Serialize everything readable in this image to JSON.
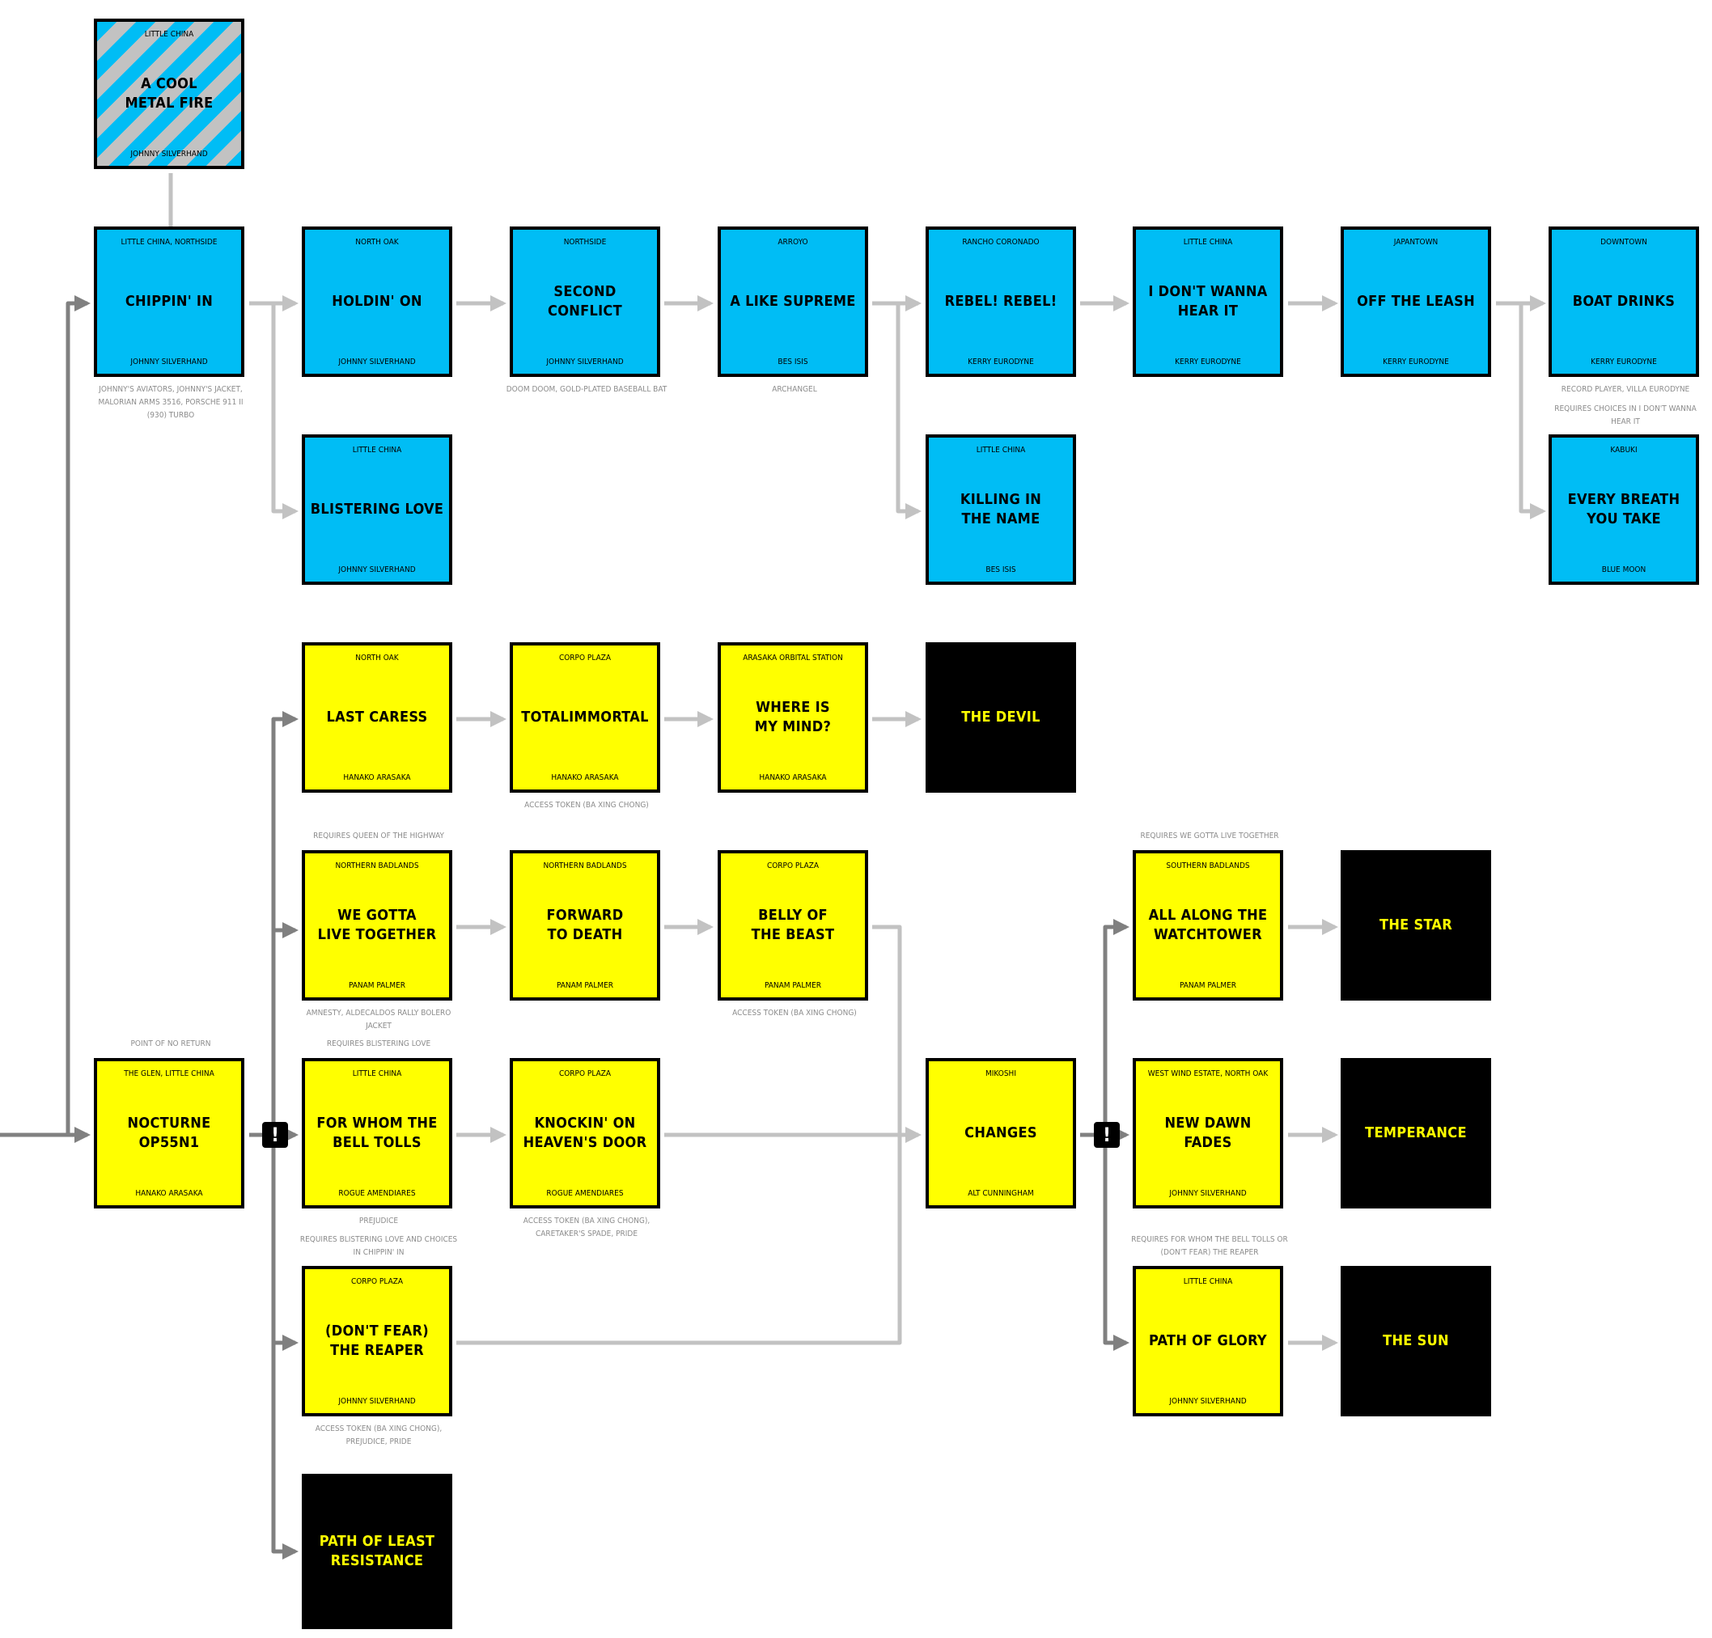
{
  "colors": {
    "side_quest": "#00bdf5",
    "main_path": "#ffff00",
    "ending_bg": "#000000",
    "ending_text": "#ffff00",
    "hatch_grey": "#c2c2c2",
    "main_wire": "#808080",
    "side_wire": "#c2c2c2",
    "note_text": "#8c8c8c"
  },
  "nodes": {
    "metal_fire": {
      "location": "LITTLE CHINA",
      "title": "A COOL\nMETAL FIRE",
      "person": "JOHNNY SILVERHAND"
    },
    "chippin": {
      "location": "LITTLE CHINA, NORTHSIDE",
      "title": "CHIPPIN' IN",
      "person": "JOHNNY SILVERHAND"
    },
    "holdin": {
      "location": "NORTH OAK",
      "title": "HOLDIN' ON",
      "person": "JOHNNY SILVERHAND"
    },
    "second": {
      "location": "NORTHSIDE",
      "title": "SECOND\nCONFLICT",
      "person": "JOHNNY SILVERHAND"
    },
    "supreme": {
      "location": "ARROYO",
      "title": "A LIKE SUPREME",
      "person": "BES ISIS"
    },
    "rebel": {
      "location": "RANCHO CORONADO",
      "title": "REBEL! REBEL!",
      "person": "KERRY EURODYNE"
    },
    "wanna": {
      "location": "LITTLE CHINA",
      "title": "I DON'T WANNA\nHEAR IT",
      "person": "KERRY EURODYNE"
    },
    "leash": {
      "location": "JAPANTOWN",
      "title": "OFF THE LEASH",
      "person": "KERRY EURODYNE"
    },
    "boat": {
      "location": "DOWNTOWN",
      "title": "BOAT DRINKS",
      "person": "KERRY EURODYNE"
    },
    "blistering": {
      "location": "LITTLE CHINA",
      "title": "BLISTERING LOVE",
      "person": "JOHNNY SILVERHAND"
    },
    "killing": {
      "location": "LITTLE CHINA",
      "title": "KILLING IN\nTHE NAME",
      "person": "BES ISIS"
    },
    "breath": {
      "location": "KABUKI",
      "title": "EVERY BREATH\nYOU TAKE",
      "person": "BLUE MOON"
    },
    "caress": {
      "location": "NORTH OAK",
      "title": "LAST CARESS",
      "person": "HANAKO ARASAKA"
    },
    "totalimmortal": {
      "location": "CORPO PLAZA",
      "title": "TOTALIMMORTAL",
      "person": "HANAKO ARASAKA"
    },
    "mind": {
      "location": "ARASAKA ORBITAL STATION",
      "title": "WHERE IS\nMY MIND?",
      "person": "HANAKO ARASAKA"
    },
    "devil": {
      "title": "THE DEVIL"
    },
    "together": {
      "location": "NORTHERN BADLANDS",
      "title": "WE GOTTA\nLIVE TOGETHER",
      "person": "PANAM PALMER"
    },
    "forward": {
      "location": "NORTHERN BADLANDS",
      "title": "FORWARD\nTO DEATH",
      "person": "PANAM PALMER"
    },
    "belly": {
      "location": "CORPO PLAZA",
      "title": "BELLY OF\nTHE BEAST",
      "person": "PANAM PALMER"
    },
    "watchtower": {
      "location": "SOUTHERN BADLANDS",
      "title": "ALL ALONG THE\nWATCHTOWER",
      "person": "PANAM PALMER"
    },
    "star": {
      "title": "THE STAR"
    },
    "nocturne": {
      "location": "THE GLEN, LITTLE CHINA",
      "title": "NOCTURNE\nOP55N1",
      "person": "HANAKO ARASAKA"
    },
    "bell": {
      "location": "LITTLE CHINA",
      "title": "FOR WHOM THE\nBELL TOLLS",
      "person": "ROGUE AMENDIARES"
    },
    "knockin": {
      "location": "CORPO PLAZA",
      "title": "KNOCKIN' ON\nHEAVEN'S DOOR",
      "person": "ROGUE AMENDIARES"
    },
    "changes": {
      "location": "MIKOSHI",
      "title": "CHANGES",
      "person": "ALT CUNNINGHAM"
    },
    "dawn": {
      "location": "WEST WIND ESTATE, NORTH OAK",
      "title": "NEW DAWN\nFADES",
      "person": "JOHNNY SILVERHAND"
    },
    "temperance": {
      "title": "TEMPERANCE"
    },
    "reaper": {
      "location": "CORPO PLAZA",
      "title": "(DON'T FEAR)\nTHE REAPER",
      "person": "JOHNNY SILVERHAND"
    },
    "glory": {
      "location": "LITTLE CHINA",
      "title": "PATH OF GLORY",
      "person": "JOHNNY SILVERHAND"
    },
    "sun": {
      "title": "THE SUN"
    },
    "resistance": {
      "title": "PATH OF LEAST\nRESISTANCE"
    }
  },
  "notes": {
    "chippin_rewards": "JOHNNY'S AVIATORS, JOHNNY'S JACKET, MALORIAN ARMS 3516, PORSCHE 911 II (930) TURBO",
    "second_rewards": "DOOM DOOM, GOLD-PLATED BASEBALL BAT",
    "supreme_rewards": "ARCHANGEL",
    "boat_rewards": "RECORD PLAYER, VILLA EURODYNE",
    "breath_req": "REQUIRES CHOICES IN I DON'T WANNA HEAR IT",
    "totalimmortal_rewards": "ACCESS TOKEN (BA XING CHONG)",
    "together_req": "REQUIRES QUEEN OF THE HIGHWAY",
    "watchtower_req": "REQUIRES WE GOTTA LIVE TOGETHER",
    "together_rewards": "AMNESTY, ALDECALDOS RALLY BOLERO JACKET",
    "belly_rewards": "ACCESS TOKEN (BA XING CHONG)",
    "nocturne_req": "POINT OF NO RETURN",
    "bell_req": "REQUIRES BLISTERING LOVE",
    "bell_rewards": "PREJUDICE",
    "knockin_rewards": "ACCESS TOKEN (BA XING CHONG), CARETAKER'S SPADE, PRIDE",
    "reaper_req": "REQUIRES BLISTERING LOVE AND CHOICES IN CHIPPIN' IN",
    "glory_req": "REQUIRES FOR WHOM THE BELL TOLLS OR (DON'T FEAR) THE REAPER",
    "reaper_rewards": "ACCESS TOKEN (BA XING CHONG), PREJUDICE, PRIDE"
  },
  "icons": {
    "warning_1": "exclamation-icon",
    "warning_2": "exclamation-icon",
    "warning_glyph": "!"
  }
}
